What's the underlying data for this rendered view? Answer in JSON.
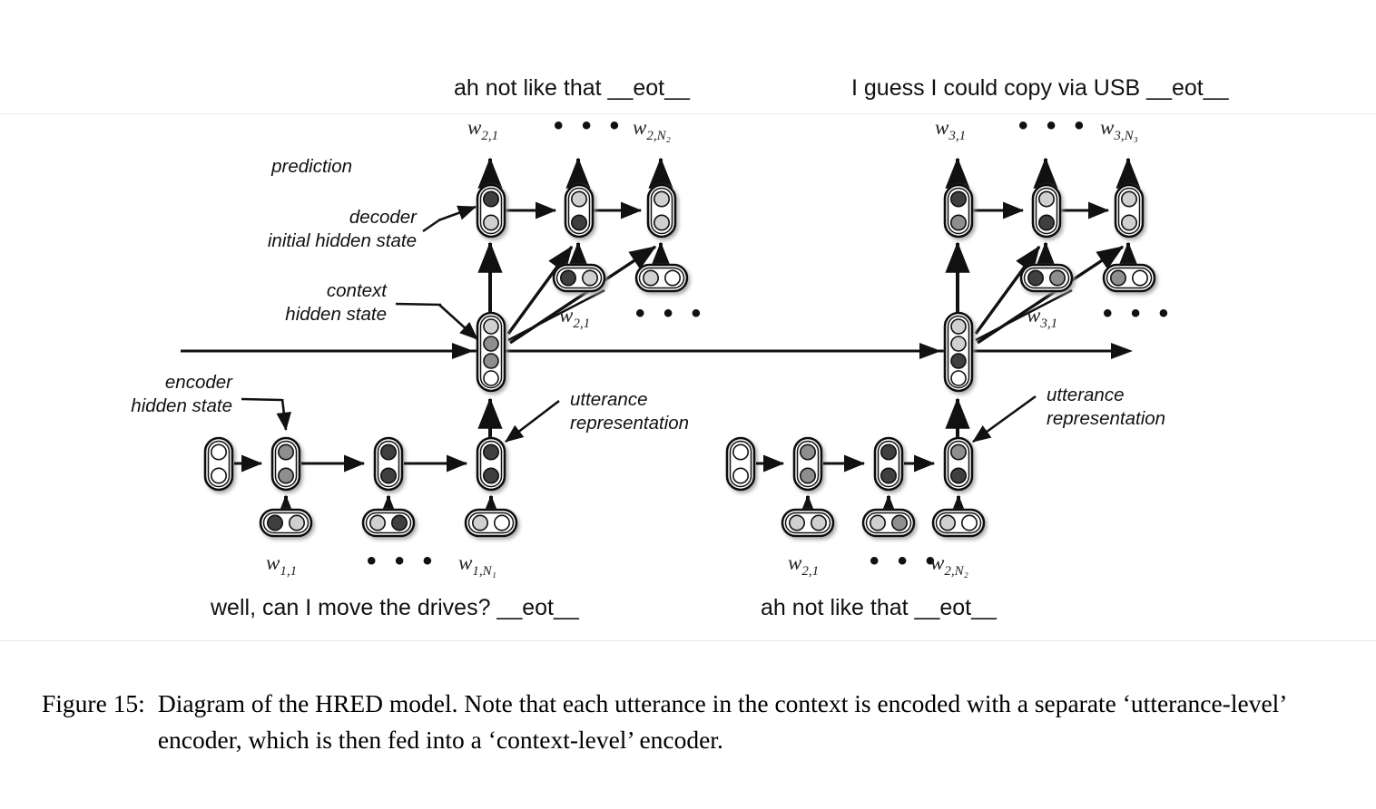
{
  "figure": {
    "id": "Figure 15:",
    "caption": "Diagram of the HRED model. Note that each utterance in the context is encoded with a separate ‘utterance-level’ encoder, which is then fed into a ‘context-level’ encoder.",
    "title_alt": "Diagram of the HRED model"
  },
  "annotations": {
    "prediction": "prediction",
    "decoder_initial_line1": "decoder",
    "decoder_initial_line2": "initial hidden state",
    "context_line1": "context",
    "context_line2": "hidden state",
    "encoder_line1": "encoder",
    "encoder_line2": "hidden state",
    "utterance_rep_line1": "utterance",
    "utterance_rep_line2": "representation"
  },
  "utterances": {
    "decoder_left_output": "ah not like that __eot__",
    "decoder_right_output": "I guess I could copy via USB __eot__",
    "encoder_left_input": "well, can I move the drives? __eot__",
    "encoder_right_input": "ah not like that __eot__"
  },
  "word_labels": {
    "dec_left_first": "w",
    "dec_left_first_sub": "2,1",
    "dec_left_last": "w",
    "dec_left_last_sub": "2,N₂",
    "dec_left_emb": "w",
    "dec_left_emb_sub": "2,1",
    "dec_right_first": "w",
    "dec_right_first_sub": "3,1",
    "dec_right_last": "w",
    "dec_right_last_sub": "3,N₃",
    "dec_right_emb": "w",
    "dec_right_emb_sub": "3,1",
    "enc_left_first": "w",
    "enc_left_first_sub": "1,1",
    "enc_left_last": "w",
    "enc_left_last_sub": "1,N₁",
    "enc_right_first": "w",
    "enc_right_first_sub": "2,1",
    "enc_right_last": "w",
    "enc_right_last_sub": "2,N₂",
    "ellipsis": "• • •"
  },
  "colors": {
    "stroke": "#111111",
    "node_fill": "#ffffff",
    "cell_dark": "#3f3f3f",
    "cell_mid": "#8e8e8e",
    "cell_light": "#d0d0d0",
    "cell_empty": "#ffffff",
    "shadow": "#bdbdbd"
  },
  "diagram_structure": {
    "type": "neural-network-architecture",
    "name": "HRED (Hierarchical Recurrent Encoder-Decoder)",
    "groups": [
      {
        "name": "left-group",
        "decoder_cells": [
          "dark-light",
          "light-dark",
          "light-light"
        ],
        "decoder_embeddings": [
          "dark-light",
          "light-empty"
        ],
        "context_cell": [
          "light",
          "mid",
          "mid",
          "empty"
        ],
        "encoder_init": [
          "empty",
          "empty"
        ],
        "encoder_cells": [
          "mid-mid",
          "dark-dark",
          "dark-dark"
        ],
        "encoder_embeddings": [
          "dark-mid",
          "light-dark",
          "light-empty"
        ]
      },
      {
        "name": "right-group",
        "decoder_cells": [
          "dark-mid",
          "light-dark",
          "light-mid"
        ],
        "decoder_embeddings": [
          "dark-mid",
          "mid-empty"
        ],
        "context_cell": [
          "mid",
          "mid",
          "dark",
          "empty"
        ],
        "encoder_init": [
          "empty",
          "empty"
        ],
        "encoder_cells": [
          "mid-mid",
          "dark-dark",
          "mid-dark"
        ],
        "encoder_embeddings": [
          "mid-mid",
          "mid-dark",
          "mid-empty"
        ]
      }
    ],
    "timeline_arrow": "left-to-right context chain"
  }
}
